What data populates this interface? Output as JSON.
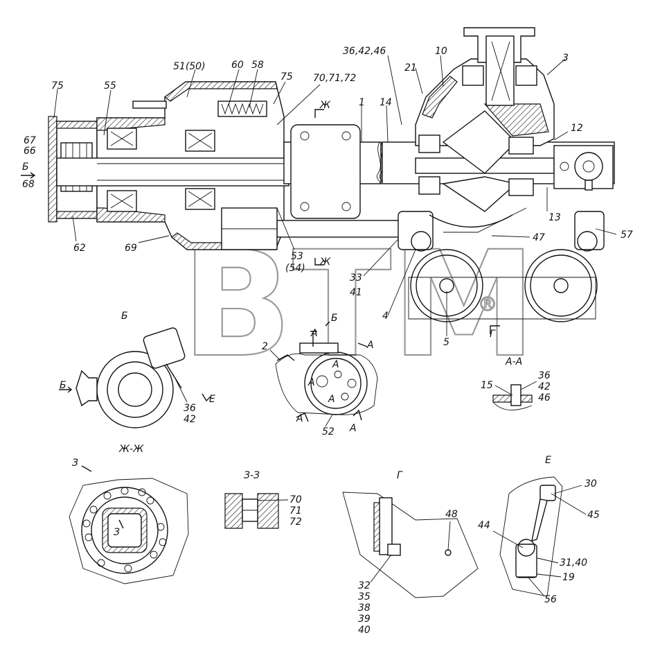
{
  "watermark": {
    "text": "BTM",
    "mark": "®"
  },
  "sections": {
    "b_view": "Б",
    "a_a": "А-А",
    "zh_zh": "Ж-Ж",
    "z_z": "З-З",
    "g_view": "Г",
    "e_view": "Е"
  },
  "markers": {
    "b_arrow": "Б",
    "b_arrow_small": "Б",
    "zh_top": "Ж",
    "zh_bottom": "Ж",
    "g_arrow": "Г",
    "b_ref": "Б",
    "a1": "А",
    "a2": "А",
    "a3": "А",
    "a4": "А",
    "a_in1": "А",
    "a_in2": "А",
    "a_in3": "А",
    "e_ref": "Е",
    "z_ref1": "З",
    "z_ref2": "З"
  },
  "labels": {
    "l75a": "75",
    "l55": "55",
    "l51": "51(50)",
    "l60": "60",
    "l58": "58",
    "l75b": "75",
    "l7071": "70,71,72",
    "l364246": "36,42,46",
    "l10": "10",
    "l3": "3",
    "l21": "21",
    "l1": "1",
    "l14": "14",
    "l12": "12",
    "l67": "67",
    "l66": "66",
    "l68": "68",
    "l62": "62",
    "l69": "69",
    "l53": "53",
    "l54": "(54)",
    "l13": "13",
    "l47": "47",
    "l57": "57",
    "l33": "33",
    "l41": "41",
    "l4": "4",
    "l5": "5",
    "l2": "2",
    "l52": "52",
    "l36b": "36",
    "l42b": "42",
    "l15": "15",
    "l36c": "36",
    "l42c": "42",
    "l46c": "46",
    "l70": "70",
    "l71": "71",
    "l72": "72",
    "l48": "48",
    "l32": "32",
    "l35": "35",
    "l38": "38",
    "l39": "39",
    "l40": "40",
    "l30": "30",
    "l45": "45",
    "l44": "44",
    "l3140": "31,40",
    "l19": "19",
    "l56": "56"
  }
}
